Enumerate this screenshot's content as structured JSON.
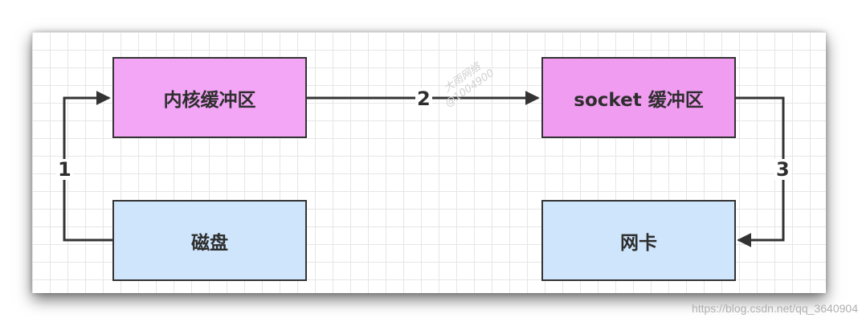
{
  "nodes": {
    "kernel_buffer": "内核缓冲区",
    "socket_buffer": "socket 缓冲区",
    "disk": "磁盘",
    "nic": "网卡"
  },
  "edges": {
    "label_1": "1",
    "label_2": "2",
    "label_3": "3"
  },
  "watermark": {
    "line1": "大雨网络",
    "line2": "@1004900"
  },
  "footer": {
    "url": "https://blog.csdn.net/qq_3640904"
  },
  "colors": {
    "kernel_buffer_fill": "#f3a6f5",
    "socket_buffer_fill": "#f09cf0",
    "disk_fill": "#cfe5fb",
    "nic_fill": "#cfe5fb",
    "stroke": "#333333"
  }
}
